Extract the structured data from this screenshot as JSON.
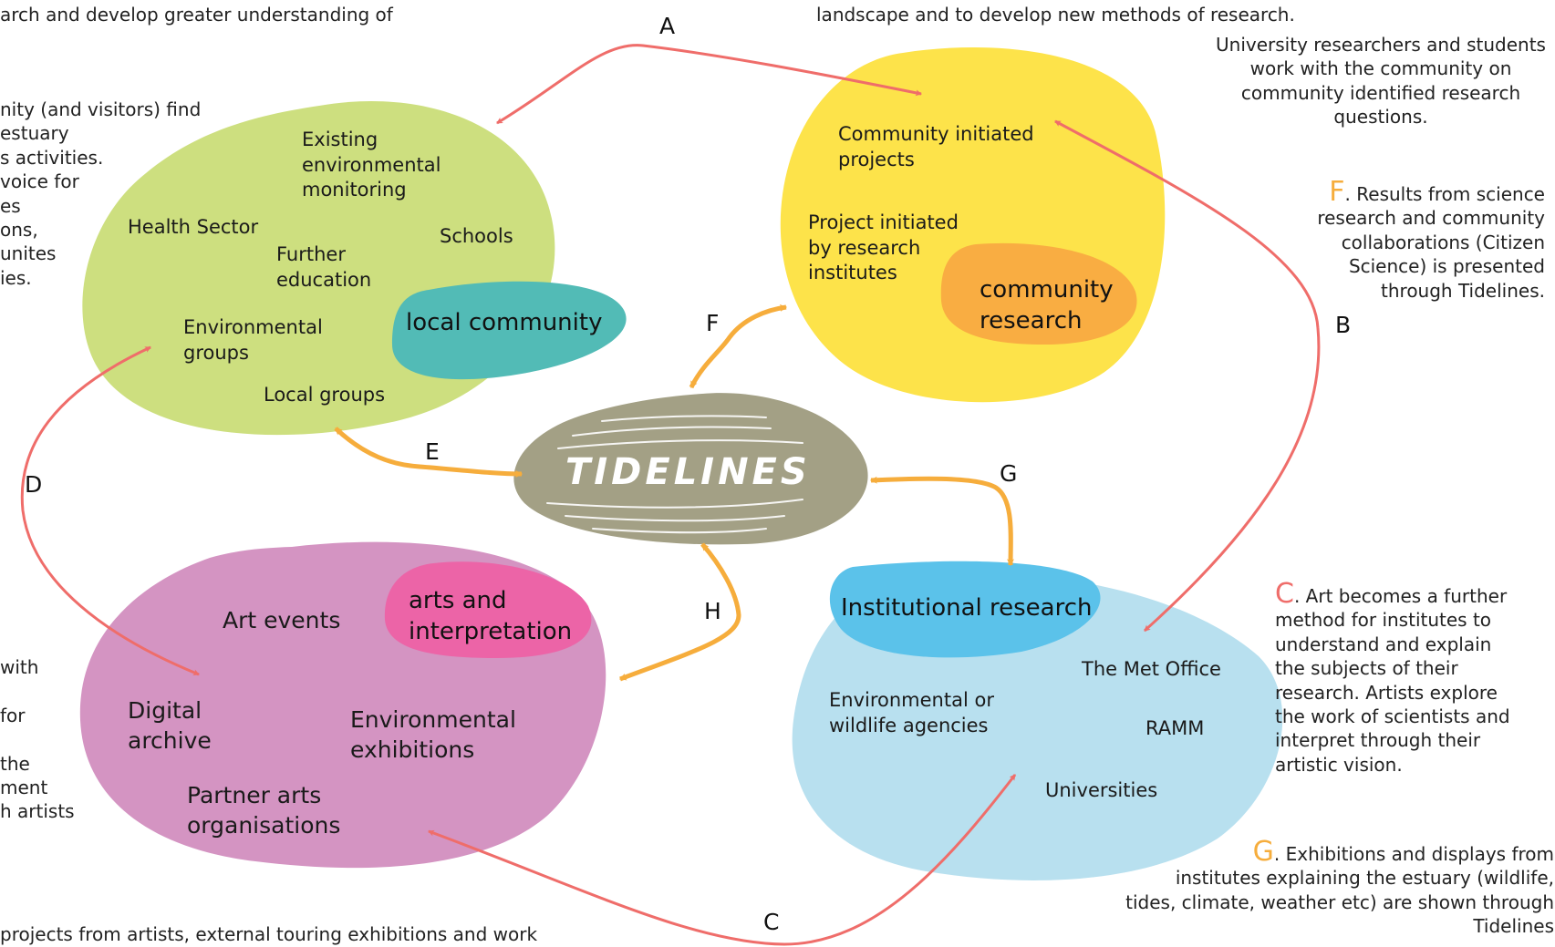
{
  "hub": {
    "title": "TIDELINES"
  },
  "communities": {
    "local": {
      "title": "local community",
      "items": [
        "Existing\nenvironmental\nmonitoring",
        "Health Sector",
        "Further\neducation",
        "Schools",
        "Environmental\ngroups",
        "Local groups"
      ]
    },
    "research": {
      "title": "community\nresearch",
      "items": [
        "Community initiated\nprojects",
        "Project initiated\nby research\ninstitutes"
      ]
    },
    "arts": {
      "title": "arts and\ninterpretation",
      "items": [
        "Art events",
        "Digital\narchive",
        "Environmental\nexhibitions",
        "Partner arts\norganisations"
      ]
    },
    "institutional": {
      "title": "Institutional research",
      "items": [
        "The Met Office",
        "Environmental or\nwildlife agencies",
        "RAMM",
        "Universities"
      ]
    }
  },
  "edges": [
    "A",
    "B",
    "C",
    "D",
    "E",
    "F",
    "G",
    "H"
  ],
  "notes": {
    "top_left": "arch and develop greater understanding of",
    "left_upper": "nity (and visitors) find\n estuary\ns activities.\n voice for\nes\nons,\nunites\nies.",
    "left_lower": "with\n\nfor\n\nthe\nment\nh artists",
    "bottom": "projects from artists, external touring exhibitions and work",
    "top_right": "landscape and to develop new methods of research.",
    "right_a": "University researchers and students\nwork with the community on\ncommunity identified research\nquestions.",
    "right_f_letter": "F",
    "right_f": ". Results from science\nresearch and community\ncollaborations (Citizen\nScience) is presented\nthrough Tidelines.",
    "right_c_letter": "C",
    "right_c": ". Art becomes a further\nmethod for institutes to\nunderstand and explain\nthe subjects of their\nresearch. Artists explore\nthe work of scientists and\ninterpret through their\nartistic vision.",
    "right_g_letter": "G",
    "right_g": ". Exhibitions and displays from\ninstitutes explaining the estuary (wildlife,\ntides, climate, weather etc) are shown through\nTidelines"
  },
  "colors": {
    "local": "#cddf7f",
    "local_accent": "#52bbb6",
    "research": "#fde34a",
    "research_accent": "#f9ad42",
    "arts": "#d494c2",
    "arts_accent": "#ec64a7",
    "institutional": "#b8e0ef",
    "institutional_accent": "#5bc2ea",
    "hub": "#a3a085",
    "red_arrow": "#ef6d6a",
    "orange_arrow": "#f6ad3c"
  }
}
